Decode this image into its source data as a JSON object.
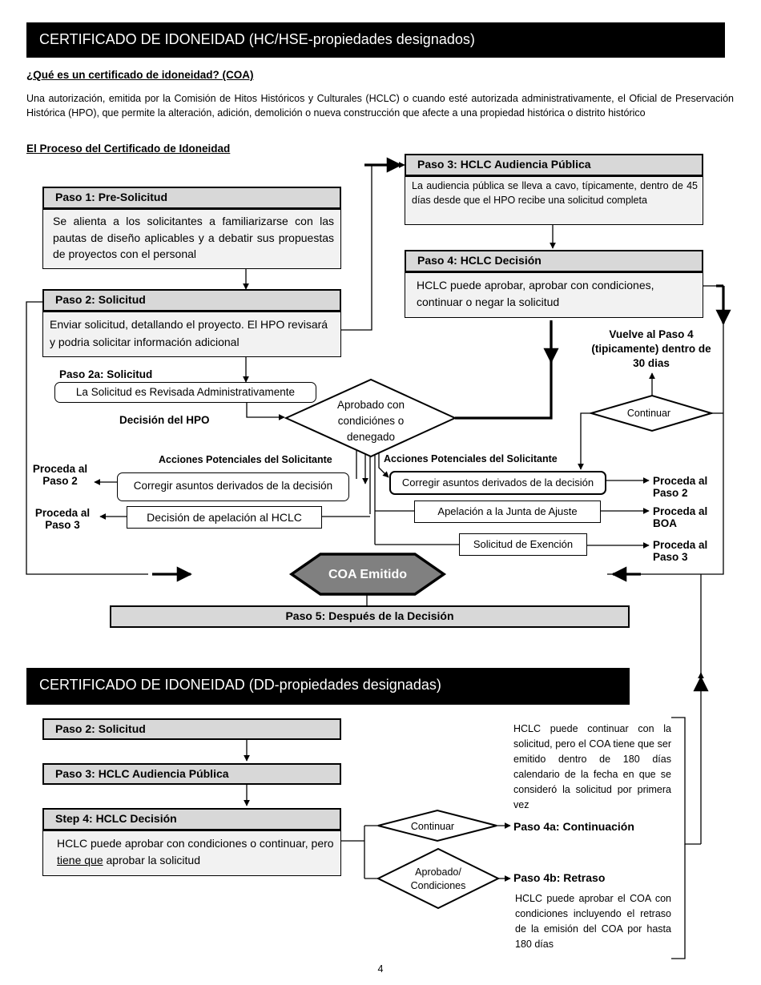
{
  "section1": {
    "title": "CERTIFICADO DE IDONEIDAD (HC/HSE-propiedades designados)",
    "question": "¿Qué es un certificado de idoneidad? (COA)",
    "definition": "Una autorización, emitida por la Comisión de Hitos Históricos y Culturales (HCLC) o cuando esté autorizada administrativamente, el Oficial de Preservación Histórica (HPO), que permite la alteración, adición, demolición o nueva construcción que afecte a una propiedad histórica o distrito histórico",
    "process_heading": "El Proceso del Certificado de Idoneidad",
    "step1": {
      "title": "Paso 1: Pre-Solicitud",
      "text": "Se alienta a los solicitantes a familiarizarse con las pautas de diseño aplicables y a debatir sus propuestas de proyectos con el personal"
    },
    "step2": {
      "title": "Paso 2: Solicitud",
      "text": "Enviar solicitud, detallando el proyecto. El HPO revisará y podria solicitar información adicional"
    },
    "step2a": {
      "title": "Paso 2a: Solicitud",
      "text": "La Solicitud es Revisada Administrativamente"
    },
    "step3": {
      "title": "Paso 3: HCLC Audiencia Pública",
      "text": "La audiencia pública se lleva a cavo, típicamente, dentro de 45 días desde que el HPO recibe una solicitud completa"
    },
    "step4": {
      "title": "Paso 4: HCLC Decisión",
      "text": "HCLC puede aprobar, aprobar con condiciones, continuar o negar la solicitud"
    },
    "hpo_decision_label": "Decisión del HPO",
    "diamond_outcome": [
      "Aprobado con",
      "condiciónes o",
      "denegado"
    ],
    "actions_left_label": "Acciones Potenciales del Solicitante",
    "actions_right_label": "Acciones Potenciales del Solicitante",
    "left_correct": "Corregir asuntos derivados de la decisión",
    "left_appeal": "Decisión de apelación al HCLC",
    "left_goto2": "Proceda al Paso 2",
    "left_goto3": "Proceda al Paso 3",
    "continue_diamond": "Continuar",
    "return_note": "Vuelve al Paso 4 (tipicamente) dentro de 30 dias",
    "right_correct": "Corregir asuntos derivados de la decisión",
    "right_appeal": "Apelación a la Junta de Ajuste",
    "right_exemption": "Solicitud de Exención",
    "right_goto2": "Proceda al Paso 2",
    "right_gotoBOA": "Proceda al BOA",
    "right_goto3": "Proceda al Paso 3",
    "coa_issued": "COA Emitido",
    "step5": "Paso 5: Después de la Decisión"
  },
  "section2": {
    "title": "CERTIFICADO DE IDONEIDAD (DD-propiedades designadas)",
    "step2": "Paso 2: Solicitud",
    "step3": "Paso 3: HCLC Audiencia Pública",
    "step4": {
      "title": "Step 4: HCLC Decisión",
      "text_a": "HCLC puede aprobar con condiciones o continuar, pero ",
      "text_u": "tiene que",
      "text_b": " aprobar la solicitud"
    },
    "continue_diamond": "Continuar",
    "approved_diamond": [
      "Aprobado/",
      "Condiciones"
    ],
    "step4a": "Paso 4a: Continuación",
    "step4b": "Paso 4b: Retraso",
    "note_continue": "HCLC puede continuar con la solicitud, pero el COA tiene que ser emitido dentro de 180 días calendario de la fecha en que se consideró la solicitud por primera vez",
    "note_delay": "HCLC puede aprobar el COA con condiciones incluyendo el retraso de la emisión del COA por hasta 180 días"
  },
  "page_number": "4"
}
